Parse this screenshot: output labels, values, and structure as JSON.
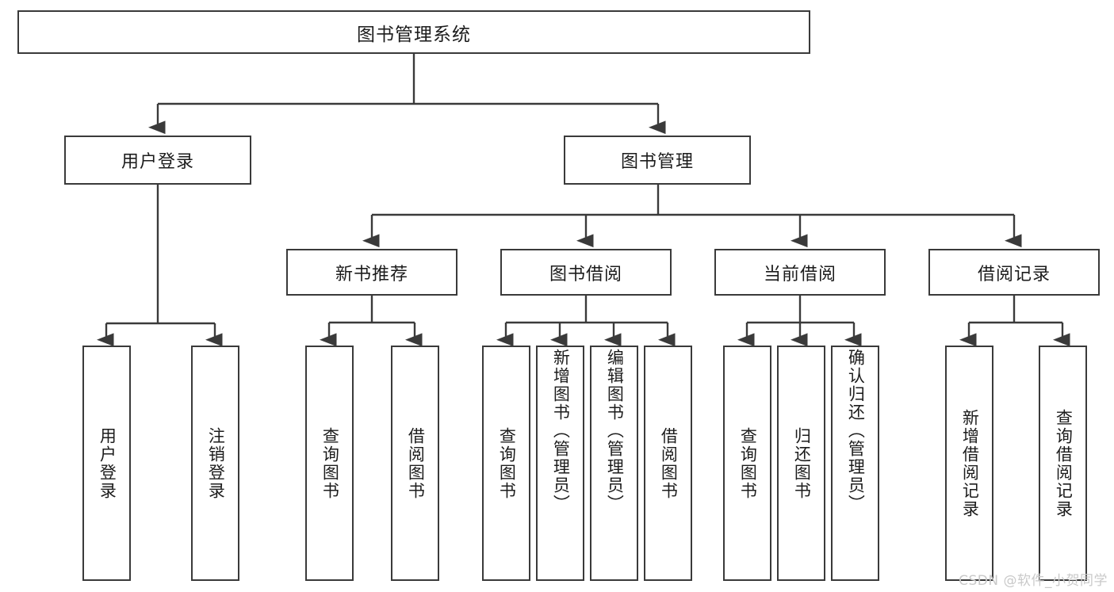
{
  "diagram": {
    "type": "tree-flowchart",
    "title": "图书管理系统",
    "root": {
      "label": "图书管理系统"
    },
    "level2": [
      {
        "label": "用户登录"
      },
      {
        "label": "图书管理"
      }
    ],
    "level3": [
      {
        "label": "新书推荐"
      },
      {
        "label": "图书借阅"
      },
      {
        "label": "当前借阅"
      },
      {
        "label": "借阅记录"
      }
    ],
    "leaves": {
      "user_login": [
        {
          "label": "用户登录"
        },
        {
          "label": "注销登录"
        }
      ],
      "new_book_recommend": [
        {
          "label": "查询图书"
        },
        {
          "label": "借阅图书"
        }
      ],
      "book_borrow": [
        {
          "label": "查询图书"
        },
        {
          "label": "新增图书（管理员）"
        },
        {
          "label": "编辑图书（管理员）"
        },
        {
          "label": "借阅图书"
        }
      ],
      "current_borrow": [
        {
          "label": "查询图书"
        },
        {
          "label": "归还图书"
        },
        {
          "label": "确认归还（管理员）"
        }
      ],
      "borrow_record": [
        {
          "label": "新增借阅记录"
        },
        {
          "label": "查询借阅记录"
        }
      ]
    },
    "watermark": "CSDN @软件_小贺同学",
    "colors": {
      "stroke": "#3a3a3a",
      "text": "#1c1c1c",
      "background": "#ffffff",
      "watermark": "#c9c9c9"
    }
  }
}
